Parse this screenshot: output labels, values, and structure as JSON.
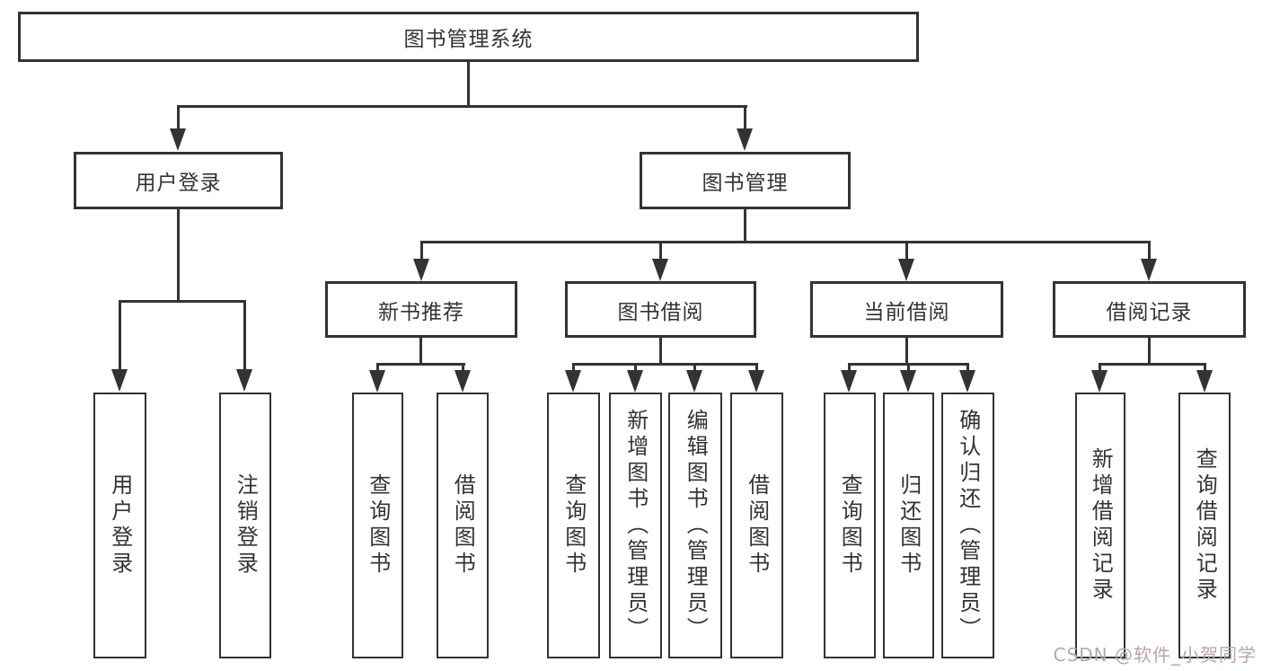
{
  "diagram": {
    "root": {
      "label": "图书管理系统"
    },
    "level2": [
      {
        "label": "用户登录",
        "children": [
          {
            "label": "用户登录"
          },
          {
            "label": "注销登录"
          }
        ]
      },
      {
        "label": "图书管理"
      }
    ],
    "level3": [
      {
        "label": "新书推荐",
        "children": [
          {
            "label": "查询图书"
          },
          {
            "label": "借阅图书"
          }
        ]
      },
      {
        "label": "图书借阅",
        "children": [
          {
            "label": "查询图书"
          },
          {
            "label": "新增图书（管理员）"
          },
          {
            "label": "编辑图书（管理员）"
          },
          {
            "label": "借阅图书"
          }
        ]
      },
      {
        "label": "当前借阅",
        "children": [
          {
            "label": "查询图书"
          },
          {
            "label": "归还图书"
          },
          {
            "label": "确认归还（管理员）"
          }
        ]
      },
      {
        "label": "借阅记录",
        "children": [
          {
            "label": "新增借阅记录"
          },
          {
            "label": "查询借阅记录"
          }
        ]
      }
    ]
  },
  "watermark": {
    "text": "CSDN @软件_小贺同学"
  },
  "colors": {
    "line": "#333333",
    "box_border": "#333333",
    "text": "#333333",
    "background": "#ffffff",
    "watermark": "#b9a6a6"
  }
}
